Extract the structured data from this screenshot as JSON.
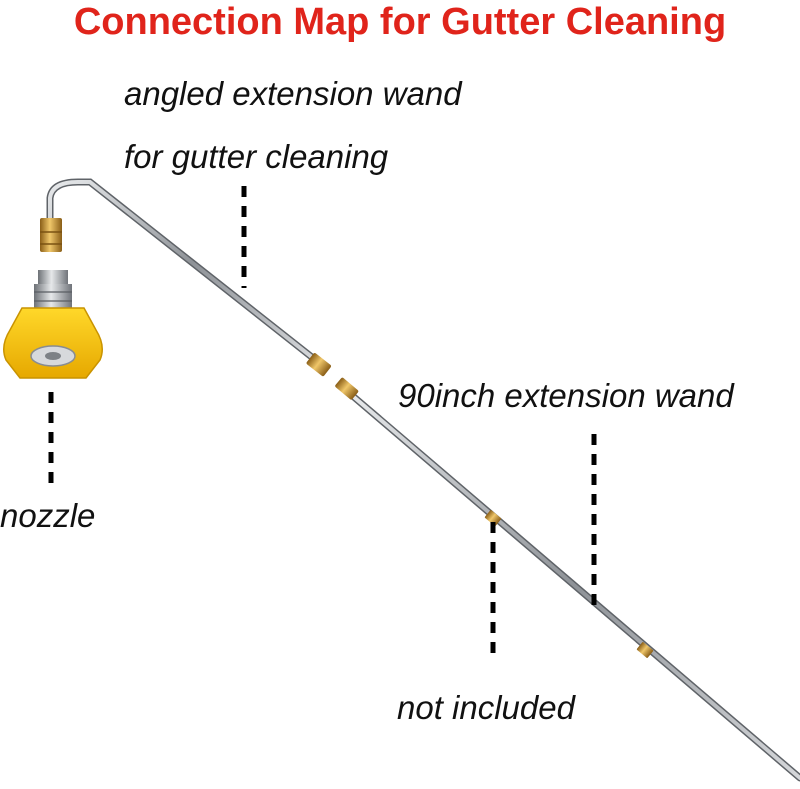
{
  "title": "Connection Map for Gutter Cleaning",
  "labels": {
    "angled_wand_line1": "angled extension wand",
    "angled_wand_line2": "for gutter cleaning",
    "extension_wand": "90inch extension wand",
    "nozzle": "nozzle",
    "not_included": "not included"
  },
  "colors": {
    "title": "#e0241b",
    "nozzle_yellow": "#f5c400",
    "brass": "#c9973a",
    "steel": "#b9bcc0",
    "dash": "#000000"
  }
}
